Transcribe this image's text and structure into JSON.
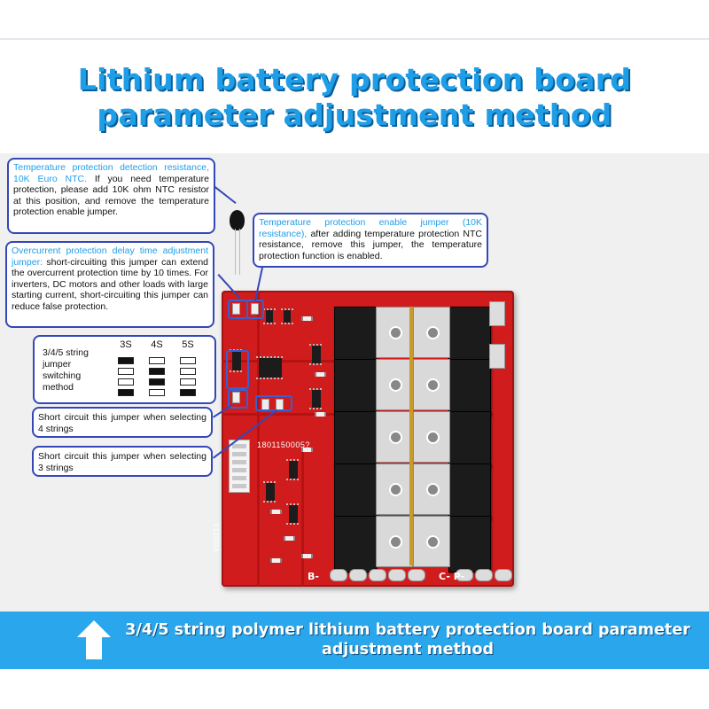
{
  "title": {
    "line1": "Lithium battery protection board",
    "line2": "parameter adjustment method"
  },
  "notes": {
    "temp_detection": {
      "highlight": "Temperature protection detection resistance, 10K Euro NTC.",
      "body": " If you need temperature protection, please add 10K ohm NTC resistor at this position, and remove the temperature protection enable jumper."
    },
    "temp_enable": {
      "highlight": "Temperature protection enable jumper (10K resistance),",
      "body": " after adding temperature protection NTC resistance, remove this jumper, the temperature protection function is enabled."
    },
    "overcurrent": {
      "highlight": "Overcurrent protection delay time adjustment jumper:",
      "body": " short-circuiting this jumper can extend the overcurrent protection time by 10 times. For inverters, DC motors and other loads with large starting current, short-circuiting this jumper can reduce false protection."
    },
    "four_strings": "Short circuit this jumper when selecting 4 strings",
    "three_strings": "Short circuit this jumper when selecting 3 strings"
  },
  "string_switch": {
    "label": "3/4/5 string jumper switching method",
    "columns": [
      "3S",
      "4S",
      "5S"
    ],
    "states": [
      [
        true,
        false,
        false
      ],
      [
        false,
        true,
        false
      ],
      [
        false,
        false,
        true
      ]
    ]
  },
  "board": {
    "serial": "1801150005?",
    "code": "Y12200A",
    "label_b": "B-",
    "label_cp": "C- P-"
  },
  "banner": {
    "line1": "3/4/5 string polymer lithium battery protection board parameter",
    "line2": "adjustment method"
  },
  "colors": {
    "title_blue": "#1f9ee8",
    "banner_blue": "#2aa7ec",
    "note_border": "#3447b8",
    "board_red": "#d01c1c"
  }
}
